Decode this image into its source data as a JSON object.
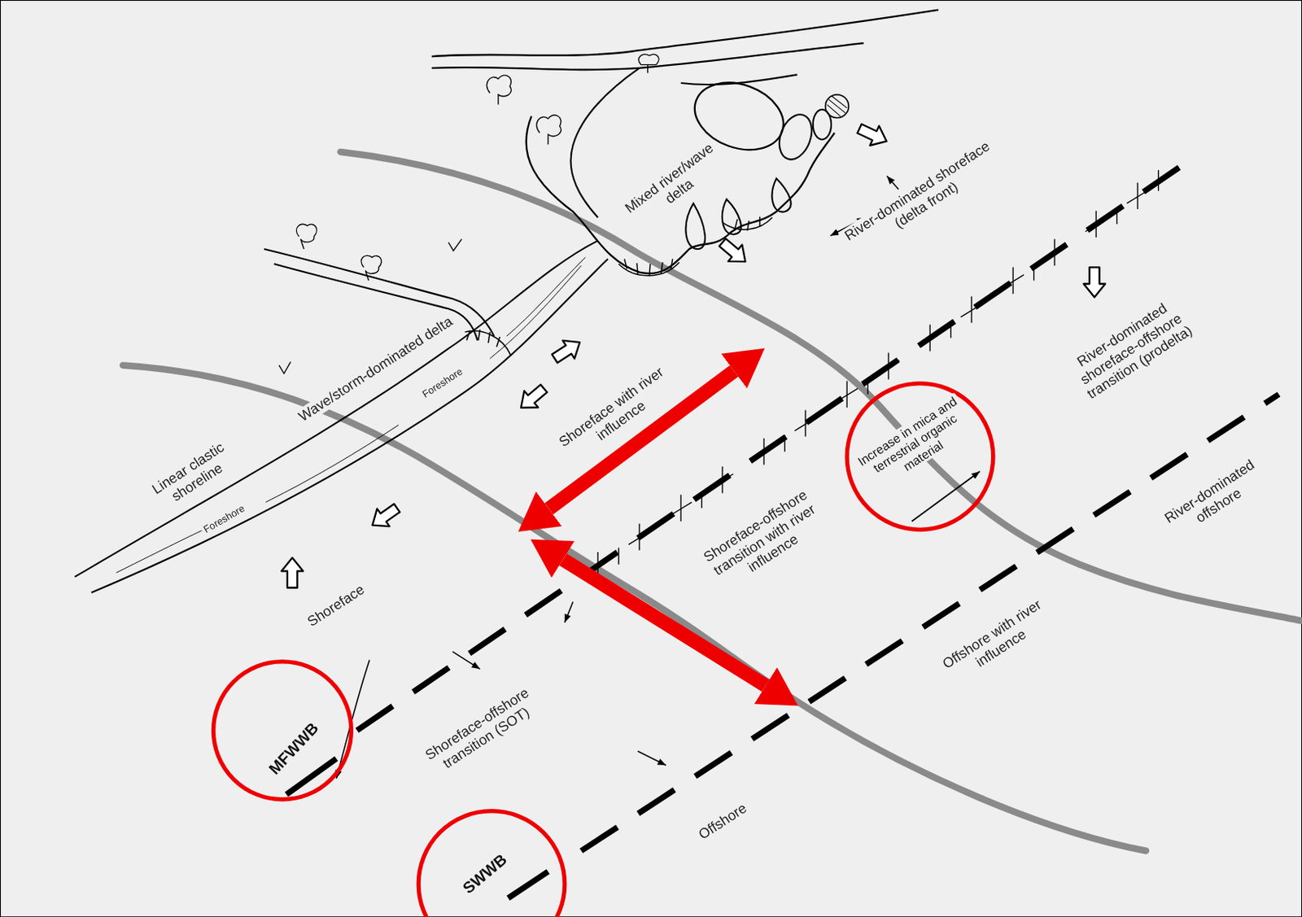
{
  "diagram": {
    "nodes": [
      {
        "text": [
          "Increase in mica and terrestrial organic material"
        ]
      },
      {
        "text": [
          "MFWWB"
        ]
      },
      {
        "text": [
          "SWWB"
        ]
      }
    ],
    "labels": [
      "Mixed river/wave delta",
      "River-dominated shoreface (delta front)",
      "Wave/storm-dominated delta",
      "Foreshore",
      "Shoreface with river influence",
      "River-dominated shoreface-offshore transition (prodelta)",
      "Linear clastic shoreline",
      "Foreshore",
      "Shoreface-offshore transition with river influence",
      "River-dominated offshore",
      "Shoreface",
      "Offshore with river influence",
      "Shoreface-offshore transition (SOT)",
      "Offshore"
    ]
  }
}
